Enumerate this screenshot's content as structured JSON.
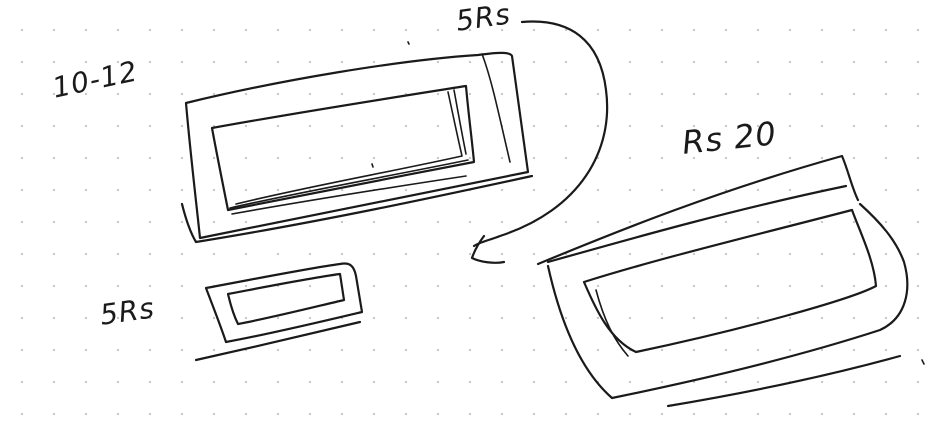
{
  "canvas": {
    "background": "#ffffff",
    "dot_color": "#c8c8c8",
    "ink_color": "#1a1a1a"
  },
  "notes": {
    "top_left": "10-12",
    "top": "5Rs",
    "right": "Rs 20",
    "bottom_left": "5Rs"
  }
}
